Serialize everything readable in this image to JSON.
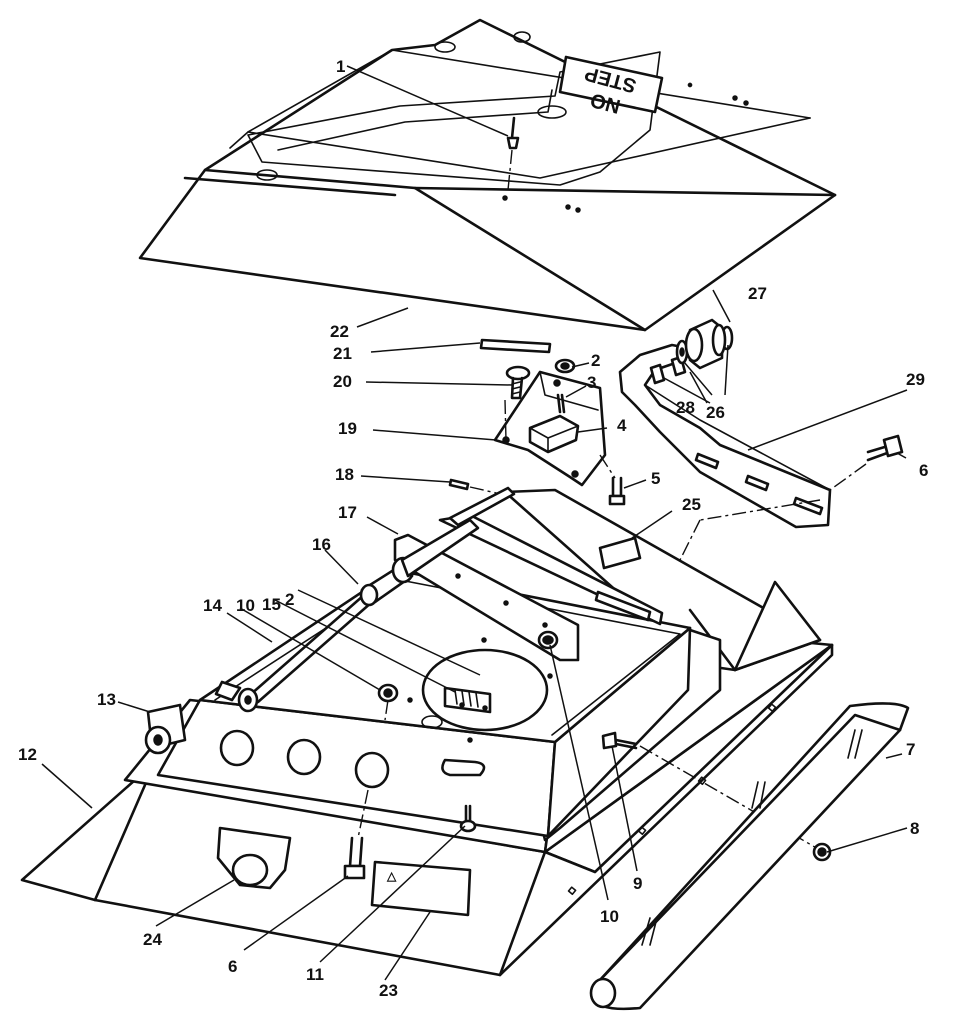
{
  "decal": {
    "line1": "NO",
    "line2": "STEP"
  },
  "callouts": {
    "c1": "1",
    "c2a": "2",
    "c2b": "2",
    "c3": "3",
    "c4": "4",
    "c5": "5",
    "c6a": "6",
    "c6b": "6",
    "c7": "7",
    "c8": "8",
    "c9": "9",
    "c10a": "10",
    "c10b": "10",
    "c11": "11",
    "c12": "12",
    "c13": "13",
    "c14": "14",
    "c15": "15",
    "c16": "16",
    "c17": "17",
    "c18": "18",
    "c19": "19",
    "c20": "20",
    "c21": "21",
    "c22": "22",
    "c23": "23",
    "c24": "24",
    "c25": "25",
    "c26": "26",
    "c27": "27",
    "c28": "28",
    "c29": "29"
  }
}
